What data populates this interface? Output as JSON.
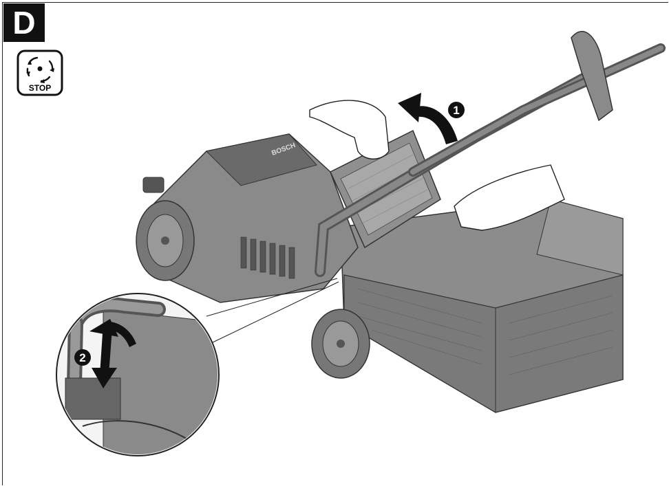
{
  "figure": {
    "section_letter": "D",
    "stop_icon": {
      "name": "blade-stop-icon",
      "label": "STOP"
    },
    "steps": [
      {
        "number": "1",
        "icon": "curved-arrow-up-icon"
      },
      {
        "number": "2",
        "icon": "double-arrow-up-down-icon"
      }
    ],
    "brand_mark": "BOSCH"
  }
}
